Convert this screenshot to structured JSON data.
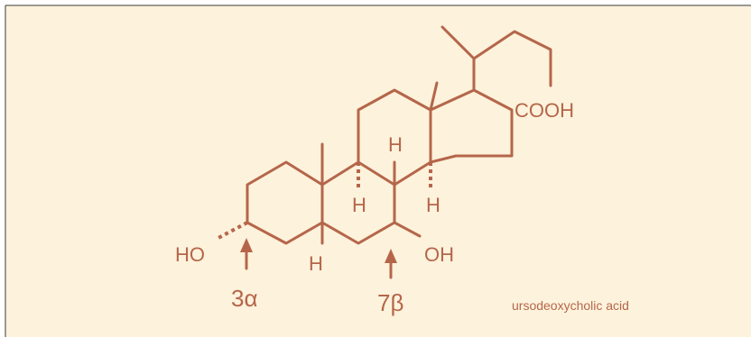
{
  "colors": {
    "background": "#fdf2dc",
    "structure": "#b5664a",
    "frame": "#3a3a3a"
  },
  "labels": {
    "carboxyl": "COOH",
    "hydroxyl_3": "HO",
    "hydroxyl_7": "OH",
    "hydrogen": "H",
    "position_3": "3α",
    "position_7": "7β"
  },
  "caption": "ursodeoxycholic acid"
}
